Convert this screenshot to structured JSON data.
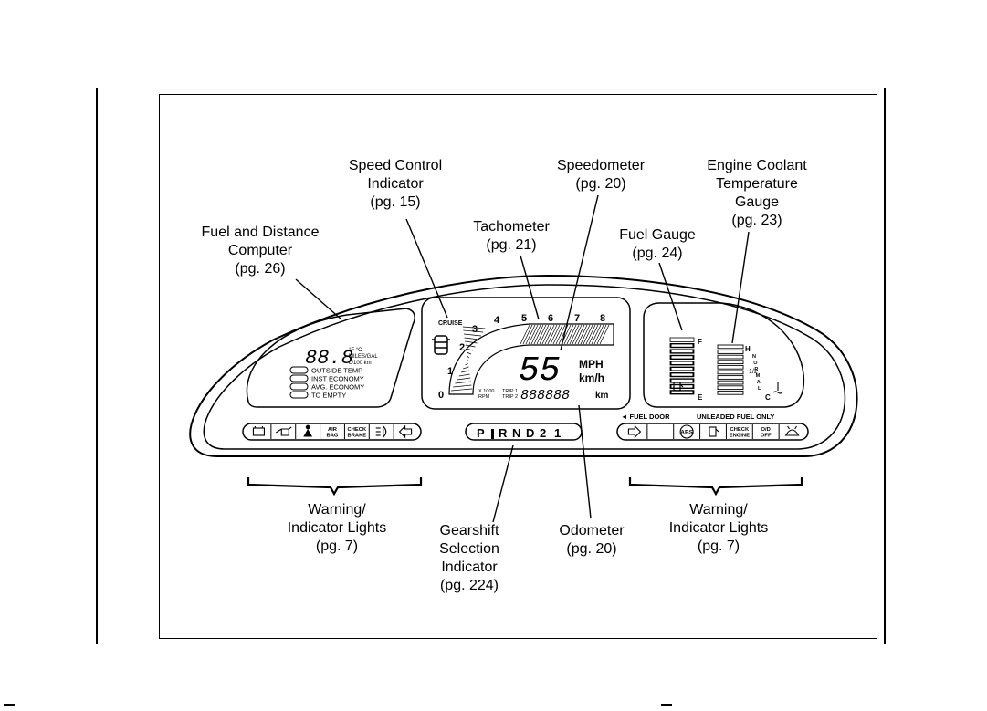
{
  "callouts": {
    "speed_control": [
      "Speed Control",
      "Indicator",
      "(pg. 15)"
    ],
    "speedometer": [
      "Speedometer",
      "(pg. 20)"
    ],
    "coolant": [
      "Engine Coolant",
      "Temperature",
      "Gauge",
      "(pg. 23)"
    ],
    "fuel_distance": [
      "Fuel and Distance",
      "Computer",
      "(pg. 26)"
    ],
    "tachometer": [
      "Tachometer",
      "(pg. 21)"
    ],
    "fuel_gauge": [
      "Fuel Gauge",
      "(pg. 24)"
    ],
    "warning_left": [
      "Warning/",
      "Indicator Lights",
      "(pg. 7)"
    ],
    "gearshift": [
      "Gearshift",
      "Selection",
      "Indicator",
      "(pg. 224)"
    ],
    "odometer": [
      "Odometer",
      "(pg. 20)"
    ],
    "warning_right": [
      "Warning/",
      "Indicator Lights",
      "(pg. 7)"
    ]
  },
  "computer": {
    "readout": "88.8",
    "units": [
      "°F °C",
      "MILES/GAL",
      "L/100 km"
    ],
    "buttons": [
      "OUTSIDE TEMP",
      "INST ECONOMY",
      "AVG. ECONOMY",
      "TO EMPTY"
    ]
  },
  "tach": {
    "cruise": "CRUISE",
    "numbers": [
      "0",
      "1",
      "2",
      "3",
      "4",
      "5",
      "6",
      "7",
      "8"
    ],
    "scale_note": [
      "X 1000",
      "RPM"
    ],
    "trip_labels": [
      "TRIP 1",
      "TRIP 2"
    ]
  },
  "speed": {
    "value": "55",
    "units": [
      "MPH",
      "km/h"
    ],
    "odometer": "888888",
    "odometer_unit": "km"
  },
  "gauges": {
    "fuel_full": "F",
    "fuel_empty": "E",
    "half": "1/2",
    "hot": "H",
    "cold": "C",
    "temp_scale": [
      "N",
      "O",
      "R",
      "M",
      "A",
      "L"
    ]
  },
  "bottom_strip": {
    "fuel_door": "◄ FUEL DOOR",
    "unleaded": "UNLEADED FUEL ONLY",
    "left_lights": [
      "battery-icon",
      "oil-can-icon",
      "seatbelt-icon",
      "AIR BAG",
      "CHECK BRAKE",
      "headlamp-icon",
      "left-arrow-icon"
    ],
    "gear_positions": [
      "P",
      "R",
      "N",
      "D",
      "2",
      "1"
    ],
    "right_lights": [
      "right-arrow-icon",
      "",
      "ABS",
      "fuel-pump-icon",
      "CHECK ENGINE",
      "O/D OFF",
      "washer-icon"
    ]
  }
}
